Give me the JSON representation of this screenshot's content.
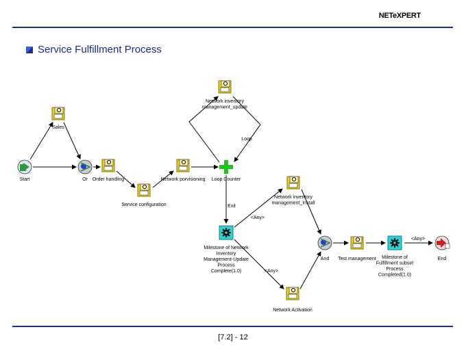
{
  "header": {
    "brand": "NETeXPERT"
  },
  "title": "Service Fulfillment Process",
  "footer": {
    "page": "[7.2] - 12"
  },
  "nodes": {
    "start": {
      "label": [
        "Start"
      ],
      "icon": "start-icon"
    },
    "sales": {
      "label": [
        "Sales"
      ],
      "icon": "task-icon"
    },
    "or": {
      "label": [
        "Or"
      ],
      "icon": "or-gateway-icon"
    },
    "order_handling": {
      "label": [
        "Order handling"
      ],
      "icon": "task-icon"
    },
    "service_configuration": {
      "label": [
        "Service configuration"
      ],
      "icon": "task-icon"
    },
    "network_provisioning": {
      "label": [
        "Network porvisioning"
      ],
      "icon": "task-icon"
    },
    "network_inventory_update": {
      "label": [
        "Network inventory",
        "management_update"
      ],
      "icon": "task-icon"
    },
    "loop_counter": {
      "label": [
        "Loop Counter"
      ],
      "icon": "loop-counter-icon"
    },
    "network_inventory_install": {
      "label": [
        "Network inventory",
        "management_Install"
      ],
      "icon": "task-icon"
    },
    "milestone_network": {
      "label": [
        "Milestone of Network",
        "Inventory",
        "Management-Update",
        "Process",
        "Complete(1.0)"
      ],
      "icon": "milestone-gear-icon"
    },
    "network_activation": {
      "label": [
        "Network Activation"
      ],
      "icon": "task-icon"
    },
    "and": {
      "label": [
        "And"
      ],
      "icon": "and-gateway-icon"
    },
    "test_management": {
      "label": [
        "Test management"
      ],
      "icon": "task-icon"
    },
    "milestone_fulfillment": {
      "label": [
        "Milestone of",
        "Fulfillment subset",
        "Process",
        "Completed(1.0)"
      ],
      "icon": "milestone-gear-icon"
    },
    "end": {
      "label": [
        "End"
      ],
      "icon": "end-icon"
    }
  },
  "edges": {
    "loop": "Loop",
    "exit": "Exit",
    "any_install": "<Any>",
    "any_activation": "<Any>",
    "any_end": "<Any>"
  },
  "colors": {
    "accent": "#1c2a8a",
    "task": "#e8d21c",
    "milestone": "#2ad4d4",
    "start": "#2a9a3a",
    "end": "#d01c1c",
    "loop": "#1fc21f"
  }
}
